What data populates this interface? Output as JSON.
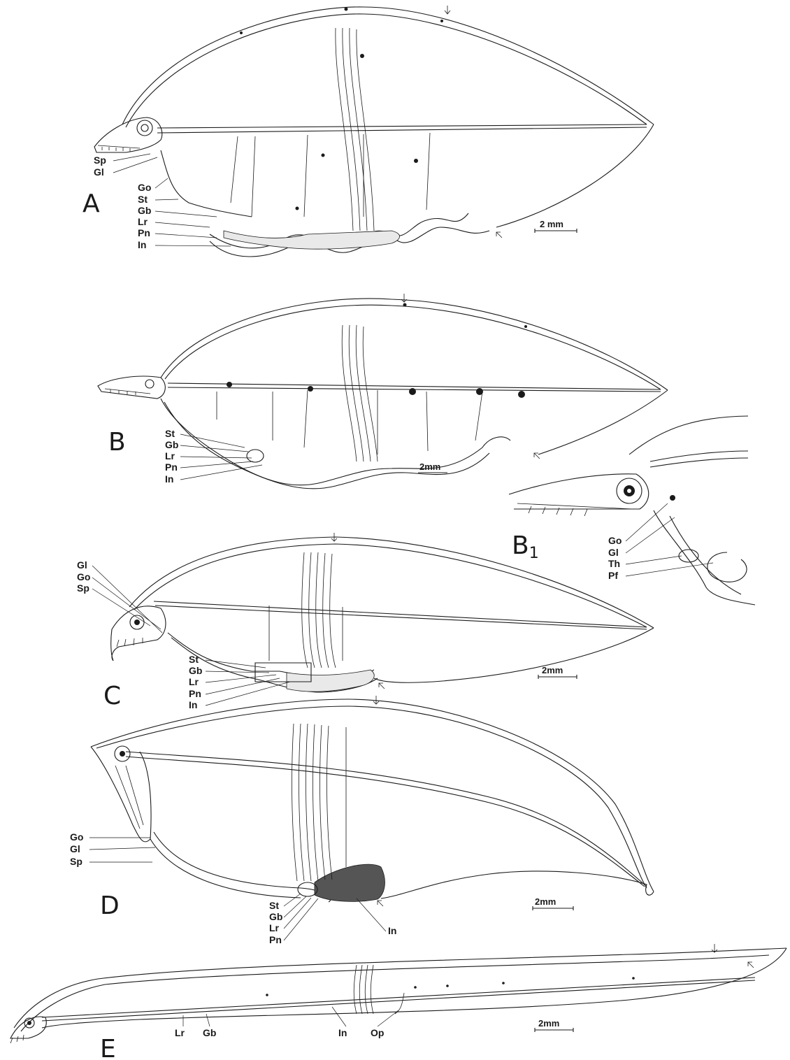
{
  "panels": {
    "A": {
      "letter": "A",
      "labels": [
        "Sp",
        "Gl",
        "Go",
        "St",
        "Gb",
        "Lr",
        "Pn",
        "In"
      ],
      "scale": "2 mm"
    },
    "B": {
      "letter": "B",
      "labels": [
        "St",
        "Gb",
        "Lr",
        "Pn",
        "In"
      ],
      "scale": "2mm"
    },
    "B1": {
      "letter": "B",
      "subscript": "1",
      "labels": [
        "Go",
        "Gl",
        "Th",
        "Pf"
      ]
    },
    "C": {
      "letter": "C",
      "labels": [
        "Gl",
        "Go",
        "Sp",
        "St",
        "Gb",
        "Lr",
        "Pn",
        "In"
      ],
      "scale": "2mm"
    },
    "D": {
      "letter": "D",
      "labels": [
        "Go",
        "Gl",
        "Sp",
        "St",
        "Gb",
        "Lr",
        "Pn",
        "In"
      ],
      "scale": "2mm"
    },
    "E": {
      "letter": "E",
      "labels": [
        "Lr",
        "Gb",
        "In",
        "Op"
      ],
      "scale": "2mm"
    }
  }
}
